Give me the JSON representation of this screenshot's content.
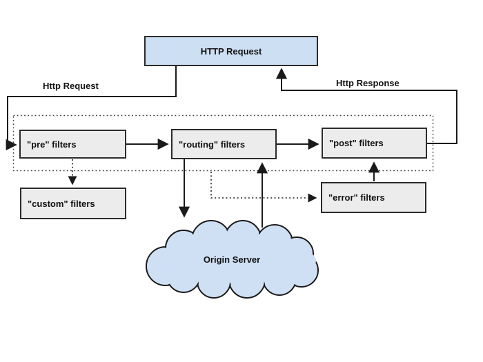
{
  "diagram": {
    "request_box": {
      "label": "HTTP Request"
    },
    "flow_labels": {
      "request": "Http Request",
      "response": "Http Response"
    },
    "filter_boxes": {
      "pre": "\"pre\" filters",
      "routing": "\"routing\" filters",
      "post": "\"post\" filters",
      "custom": "\"custom\" filters",
      "error": "\"error\" filters"
    },
    "cloud": {
      "label": "Origin Server"
    },
    "colors": {
      "request_box_fill": "#cddff2",
      "filter_box_fill": "#ececec",
      "cloud_fill": "#cfe0f4",
      "border": "#2b2b2b",
      "line": "#1a1a1a",
      "background": "#ffffff"
    }
  }
}
